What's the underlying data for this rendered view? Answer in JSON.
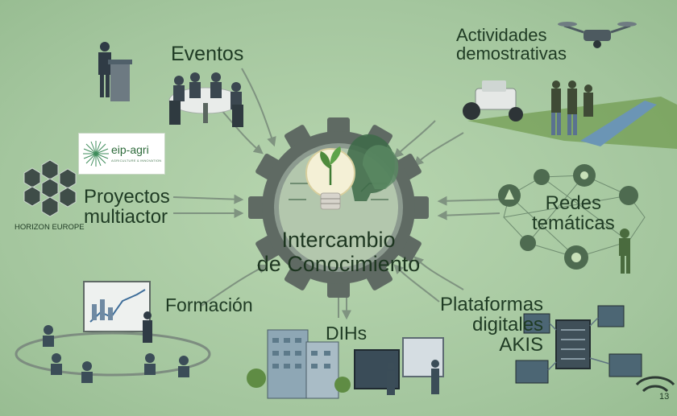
{
  "center": {
    "line1": "Intercambio",
    "line2": "de Conocimiento"
  },
  "nodes": {
    "eventos": "Eventos",
    "actividades_line1": "Actividades",
    "actividades_line2": "demostrativas",
    "proyectos_line1": "Proyectos",
    "proyectos_line2": "multiactor",
    "redes_line1": "Redes",
    "redes_line2": "temáticas",
    "formacion": "Formación",
    "dihs": "DIHs",
    "plataformas_line1": "Plataformas",
    "plataformas_line2": "digitales",
    "plataformas_line3": "AKIS"
  },
  "logos": {
    "eip_name": "eip-agri",
    "eip_subtitle": "AGRICULTURE & INNOVATION",
    "horizon": "HORIZON EUROPE"
  },
  "page_number": "13",
  "colors": {
    "background": "#a9c9a3",
    "gear": "#5f6a63",
    "gear_inner": "#7d8a80",
    "text": "#1f3b24",
    "leaf": "#4e8a3c",
    "arrow": "#7f9380"
  }
}
